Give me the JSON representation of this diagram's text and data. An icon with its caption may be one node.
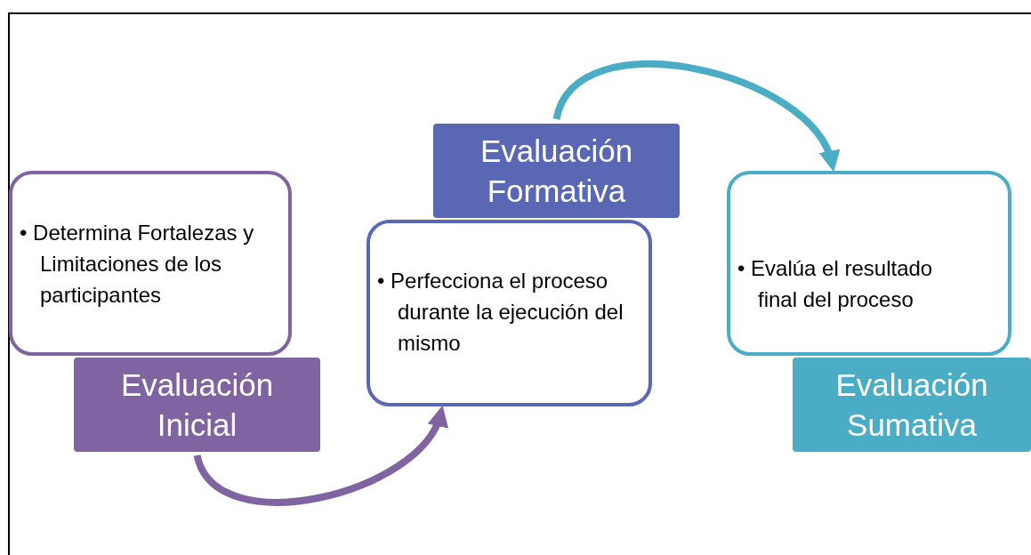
{
  "diagram": {
    "nodes": [
      {
        "text": [
          "• Determina Fortalezas y Limitaciones de los participantes"
        ]
      },
      {
        "text": [
          "Evaluación Inicial"
        ]
      },
      {
        "text": [
          "• Perfecciona el proceso durante la ejecución del mismo"
        ]
      },
      {
        "text": [
          "Evaluación Formativa"
        ]
      },
      {
        "text": [
          "• Evalúa el resultado final del proceso"
        ]
      },
      {
        "text": [
          "Evaluación Sumativa"
        ]
      }
    ],
    "edges": [
      {
        "from": 1,
        "to": 2,
        "arrow": "to",
        "color": "#8064a2"
      },
      {
        "from": 3,
        "to": 4,
        "arrow": "to",
        "color": "#4bacc6"
      }
    ]
  }
}
